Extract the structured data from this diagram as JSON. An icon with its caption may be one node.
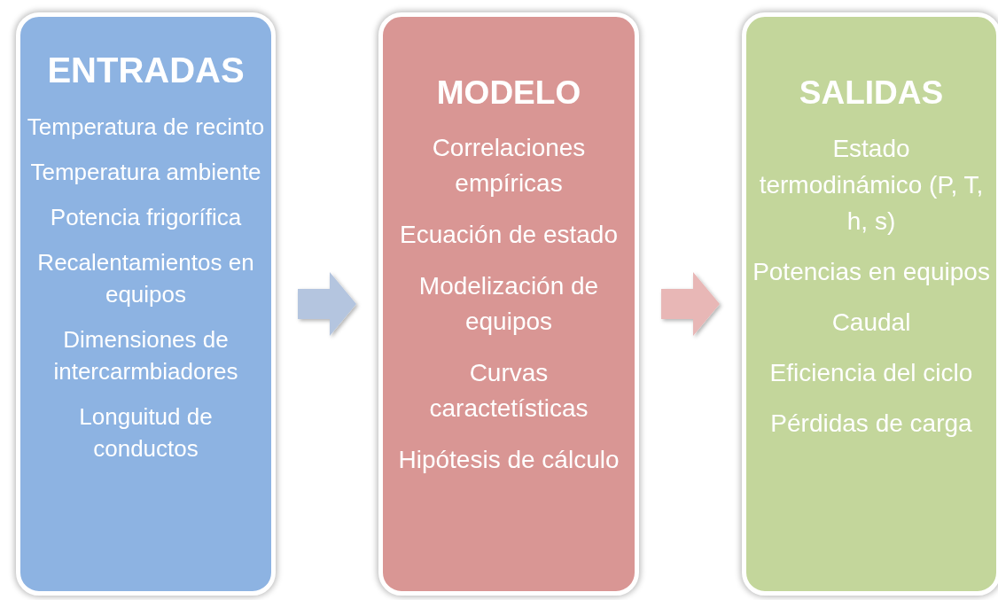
{
  "diagram": {
    "nodes": [
      {
        "text": [
          "ENTRADAS",
          "Temperatura de recinto",
          "Temperatura ambiente",
          "Potencia frigorífica",
          "Recalentamientos en equipos",
          "Dimensiones de intercarmbiadores",
          "Longuitud de conductos"
        ]
      },
      {
        "text": [
          "MODELO",
          "Correlaciones empíricas",
          "Ecuación de estado",
          "Modelización de equipos",
          "Curvas caractetísticas",
          "Hipótesis de cálculo"
        ]
      },
      {
        "text": [
          "SALIDAS",
          "Estado termodinámico (P, T, h, s)",
          "Potencias en equipos",
          "Caudal",
          "Eficiencia del ciclo",
          "Pérdidas de carga"
        ]
      }
    ],
    "edges": [
      {
        "from": 0,
        "to": 1,
        "arrow": "to",
        "color": "#b4c5df"
      },
      {
        "from": 1,
        "to": 2,
        "arrow": "to",
        "color": "#e8b7b6"
      }
    ]
  }
}
